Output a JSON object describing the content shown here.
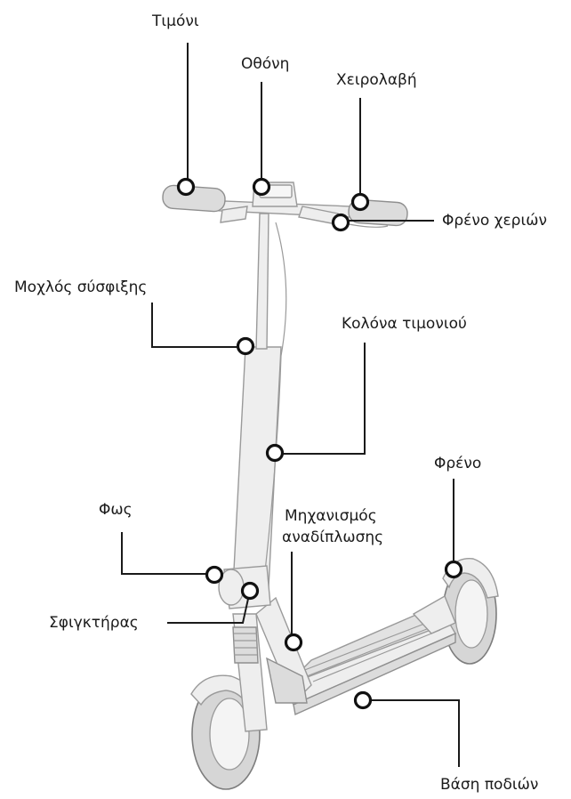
{
  "labels": {
    "handlebar": "Τιμόνι",
    "display": "Οθόνη",
    "grip": "Χειρολαβή",
    "hand_brake": "Φρένο χεριών",
    "clamp_lever": "Μοχλός σύσφιξης",
    "steering_column": "Κολόνα τιμονιού",
    "brake": "Φρένο",
    "light": "Φως",
    "folding_mechanism_line1": "Μηχανισμός",
    "folding_mechanism_line2": "αναδίπλωσης",
    "clamp": "Σφιγκτήρας",
    "footboard": "Βάση ποδιών"
  },
  "colors": {
    "callout": "#1a1a1a",
    "scooter_body": "#eeeeee",
    "tire": "#d6d6d6"
  }
}
